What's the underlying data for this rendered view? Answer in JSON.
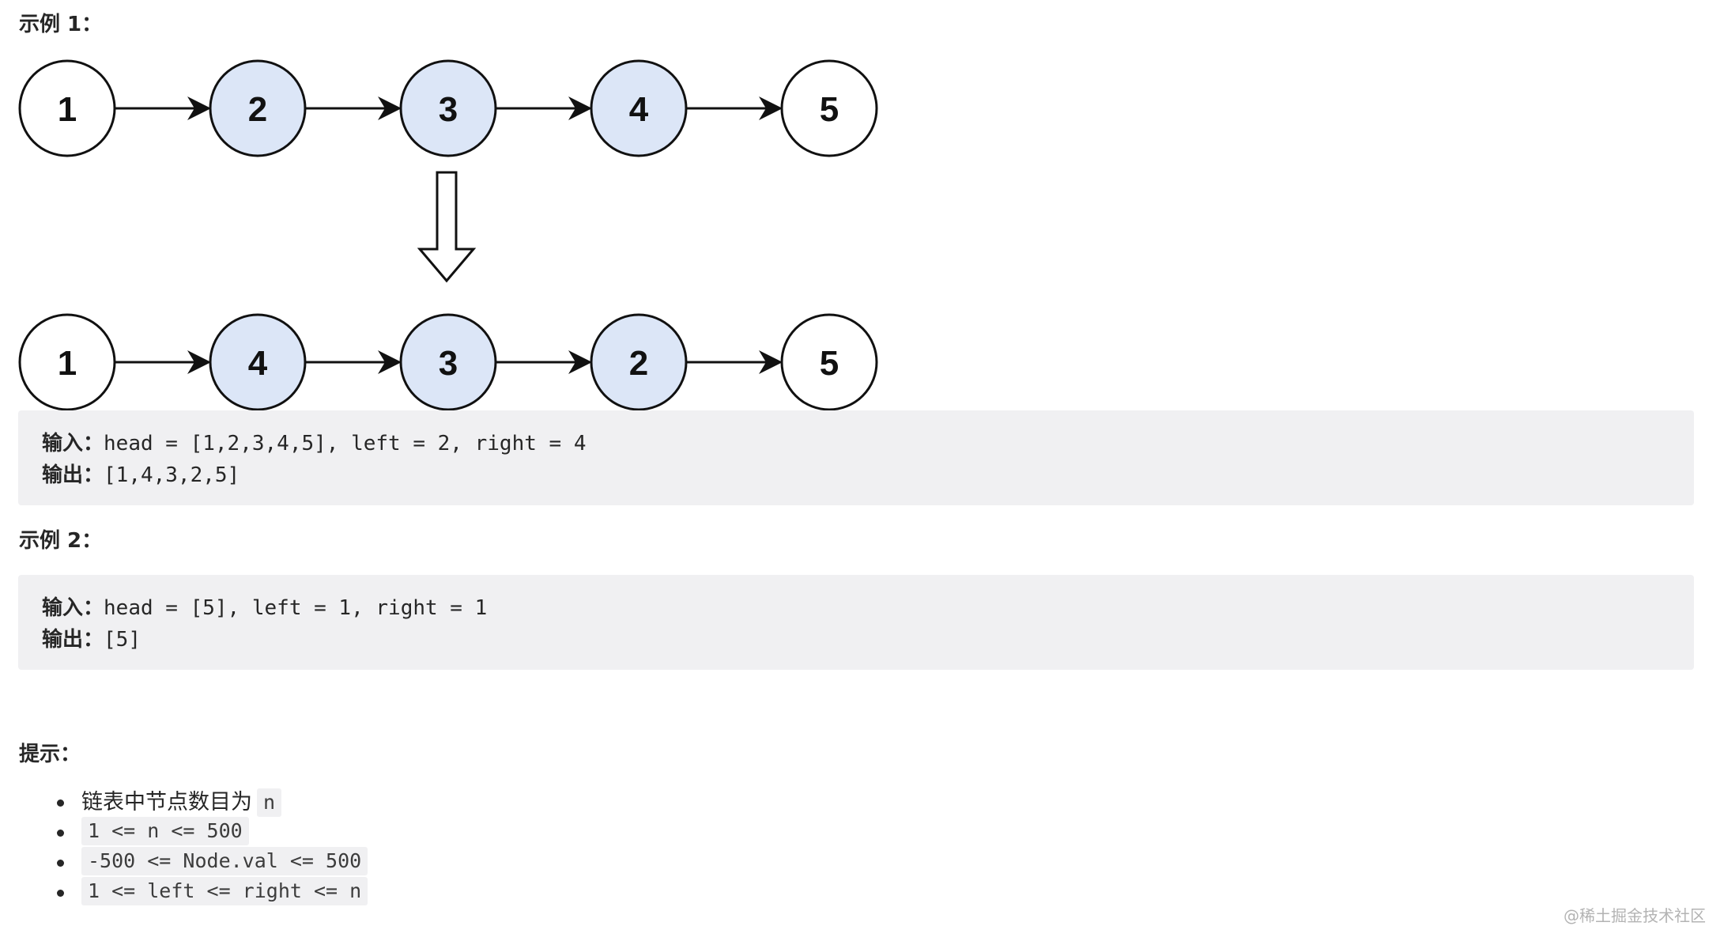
{
  "example1": {
    "heading": "示例 1：",
    "list_before": [
      "1",
      "2",
      "3",
      "4",
      "5"
    ],
    "list_after": [
      "1",
      "4",
      "3",
      "2",
      "5"
    ],
    "highlighted_positions": [
      2,
      3,
      4
    ],
    "node_fill": "#dce6f7",
    "node_plain_fill": "#ffffff",
    "input_key": "输入：",
    "input_value": "head = [1,2,3,4,5], left = 2, right = 4",
    "output_key": "输出：",
    "output_value": "[1,4,3,2,5]"
  },
  "example2": {
    "heading": "示例 2：",
    "input_key": "输入：",
    "input_value": "head = [5], left = 1, right = 1",
    "output_key": "输出：",
    "output_value": "[5]"
  },
  "hints": {
    "heading": "提示：",
    "item1_text": "链表中节点数目为",
    "item1_code": "n",
    "item2_code": "1 <= n <= 500",
    "item3_code": "-500 <= Node.val <= 500",
    "item4_code": "1 <= left <= right <= n"
  },
  "watermark": "@稀土掘金技术社区"
}
